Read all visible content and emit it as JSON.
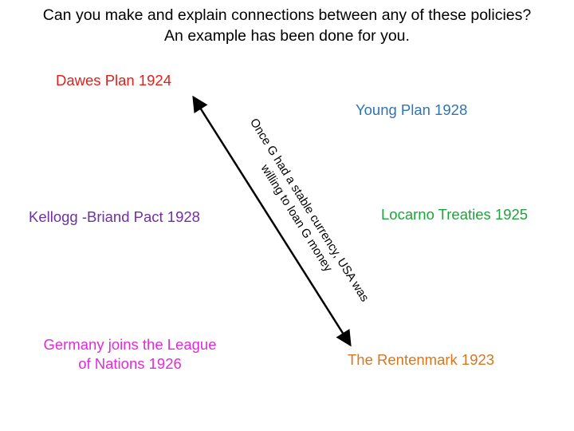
{
  "title": {
    "line1": "Can you make and explain connections between any of these policies?",
    "line2": "An example has been done for you."
  },
  "policies": {
    "dawes": {
      "text": "Dawes Plan 1924",
      "color": "#e0201b"
    },
    "young": {
      "text": "Young Plan 1928",
      "color": "#2e75b6"
    },
    "kellogg": {
      "text": "Kellogg -Briand Pact 1928",
      "color": "#7030a0"
    },
    "locarno": {
      "text": "Locarno Treaties 1925",
      "color": "#1fa33a"
    },
    "league": {
      "line1": "Germany joins the League",
      "line2": "of Nations 1926",
      "color": "#e02bd9"
    },
    "rentenmark": {
      "text": "The Rentenmark 1923",
      "color": "#d6761d"
    }
  },
  "connection": {
    "line1": "Once G had a stable currency, USA was",
    "line2": "willing to loan G money"
  }
}
